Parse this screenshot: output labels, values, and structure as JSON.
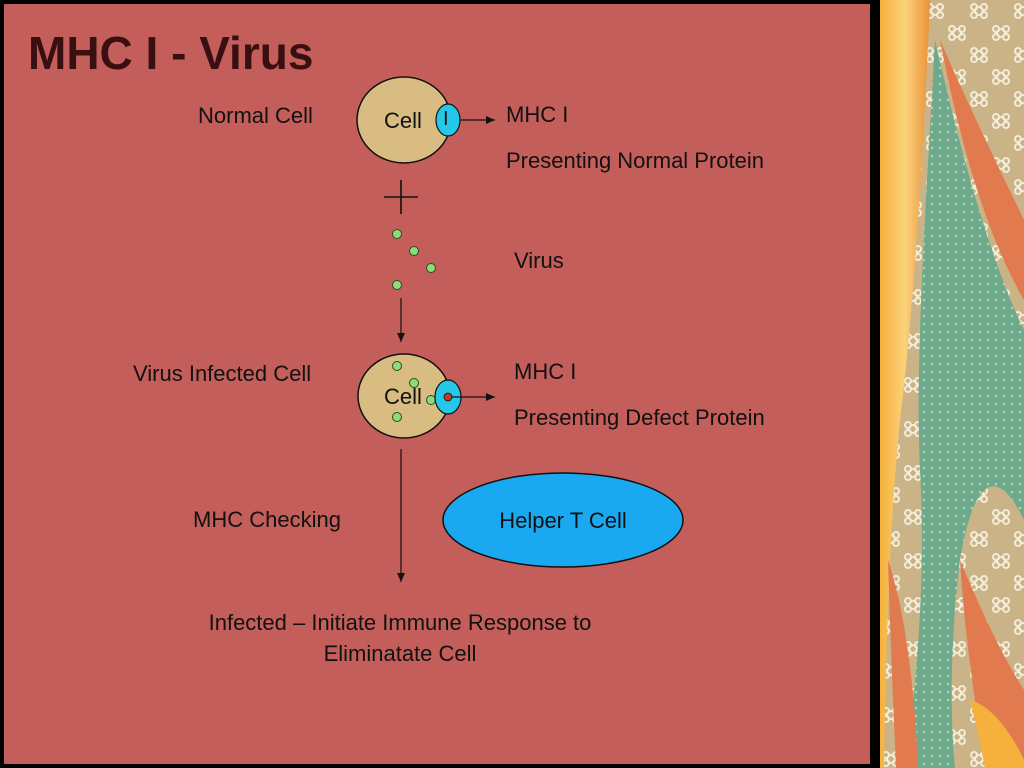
{
  "slide": {
    "title": "MHC I - Virus",
    "background_color": "#C45E5A",
    "title_color": "#3A0F12"
  },
  "diagram": {
    "normal_cell": {
      "side_label": "Normal Cell",
      "cell_label": "Cell",
      "mhc_mark": "I",
      "mhc_label": "MHC I",
      "mhc_description": "Presenting Normal Protein"
    },
    "plus_symbol": "+",
    "virus_label": "Virus",
    "infected_cell": {
      "side_label": "Virus Infected Cell",
      "cell_label": "Cell",
      "mhc_label": "MHC I",
      "mhc_description": "Presenting Defect Protein"
    },
    "check_label": "MHC Checking",
    "helper_t_cell": "Helper T Cell",
    "outcome_line1": "Infected – Initiate Immune Response to",
    "outcome_line2": "Eliminatate Cell",
    "colors": {
      "cell_fill": "#D9BC82",
      "mhc_fill": "#25C8E8",
      "helper_fill": "#1AA8F0",
      "virus_fill": "#8CDC78",
      "arrow": "#111111"
    }
  }
}
